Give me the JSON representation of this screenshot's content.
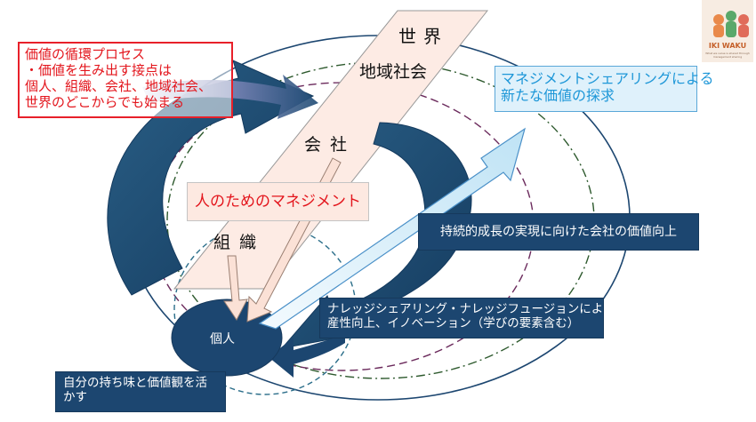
{
  "diagram": {
    "labels": {
      "world": "世界",
      "region": "地域社会",
      "company": "会社",
      "organization": "組織",
      "person": "個人"
    },
    "process_box": {
      "lines": [
        "価値の循環プロセス",
        "・価値を生み出す接点は",
        "個人、組織、会社、地域社会、",
        "世界のどこからでも始まる"
      ]
    },
    "explore_box": {
      "lines": [
        "マネジメントシェアリングによる",
        "新たな価値の探求"
      ]
    },
    "management_box": "人のためのマネジメント",
    "growth_box": "持続的成長の実現に向けた会社の価値向上",
    "knowledge_box": {
      "lines": [
        "ナレッジシェアリング・ナレッジフュージョンによる生",
        "産性向上、イノベーション（学びの要素含む）"
      ]
    },
    "self_box": {
      "lines": [
        "自分の持ち味と価値観を活",
        "かす"
      ]
    },
    "logo": {
      "text": "IKI WAKU",
      "tagline": "What we value is shared through management sharing"
    }
  },
  "colors": {
    "navy": "#1c4670",
    "red": "#e3151c",
    "cyan": "#1e97d8",
    "light_blue": "#dff1fb",
    "pink": "#fde9e1",
    "outer_ring": "#1c4670",
    "green_dashdot": "#2e5a2e",
    "purple_dash": "#6b2a5c",
    "teal_dash": "#2b6e8a"
  }
}
